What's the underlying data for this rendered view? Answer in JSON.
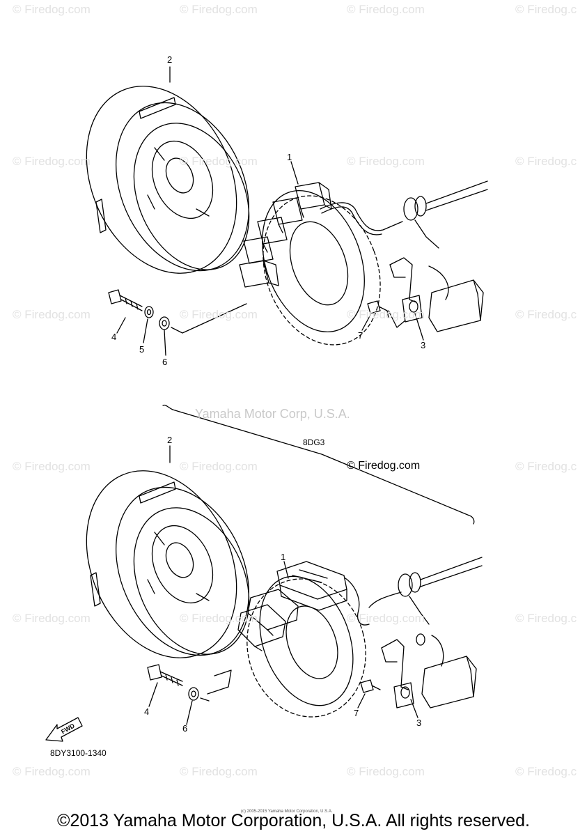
{
  "watermarks": {
    "firedog_short": "© Firedog.com",
    "firedog_clipped": "© Firedog.c"
  },
  "labels": {
    "yamaha_watermark": "Yamaha Motor Corp, U.S.A.",
    "firedog_center": "© Firedog.com",
    "model_code": "8DG3",
    "part_code": "8DY3100-1340",
    "fwd": "FWD",
    "fine_print": "(c) 2005-2015 Yamaha Motor Corporation, U.S.A.",
    "copyright": "©2013 Yamaha Motor Corporation, U.S.A. All rights reserved."
  },
  "callouts_top": {
    "flywheel": "2",
    "stator": "1",
    "bolt": "4",
    "washer_small": "5",
    "washer": "6",
    "screw": "7",
    "clamp": "3"
  },
  "callouts_bottom": {
    "flywheel": "2",
    "stator": "1",
    "bolt": "4",
    "washer": "6",
    "screw": "7",
    "clamp": "3"
  },
  "colors": {
    "line": "#000000",
    "watermark": "#e2e2e2"
  }
}
